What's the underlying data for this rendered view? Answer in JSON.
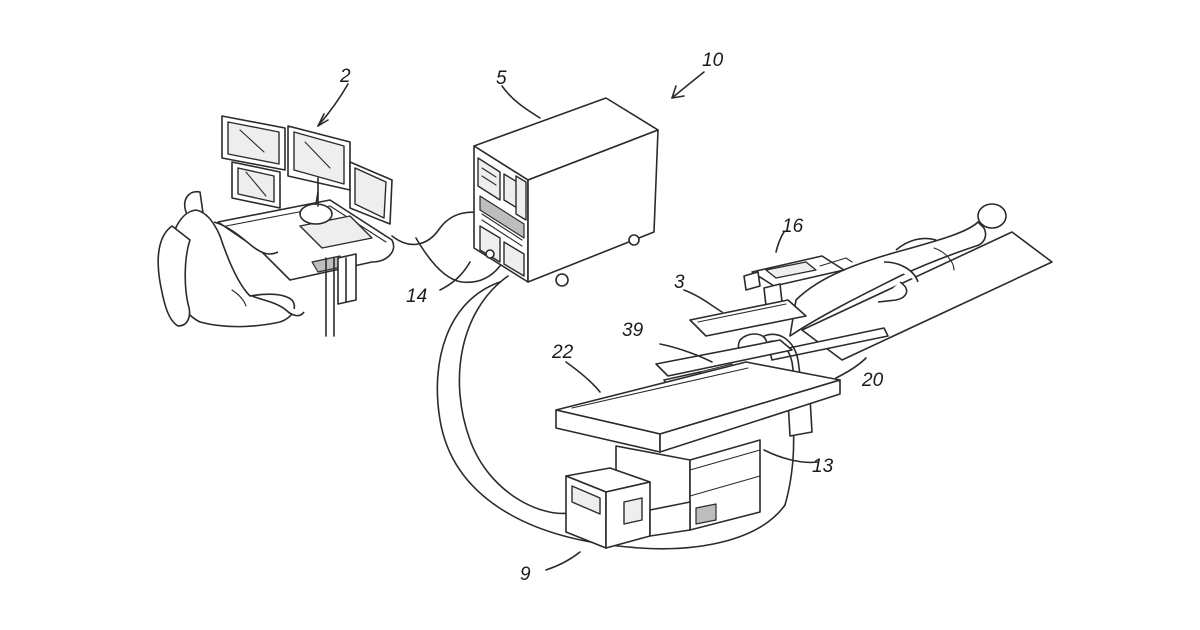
{
  "labels": {
    "console": "2",
    "patient_module": "3",
    "control_cabinet": "5",
    "base_unit": "9",
    "system": "10",
    "flush_bag": "13",
    "cable": "14",
    "imaging_head": "16",
    "rail": "20",
    "table": "22",
    "drive_unit": "39"
  },
  "colors": {
    "line": "#2b2b2b",
    "background": "#ffffff"
  }
}
